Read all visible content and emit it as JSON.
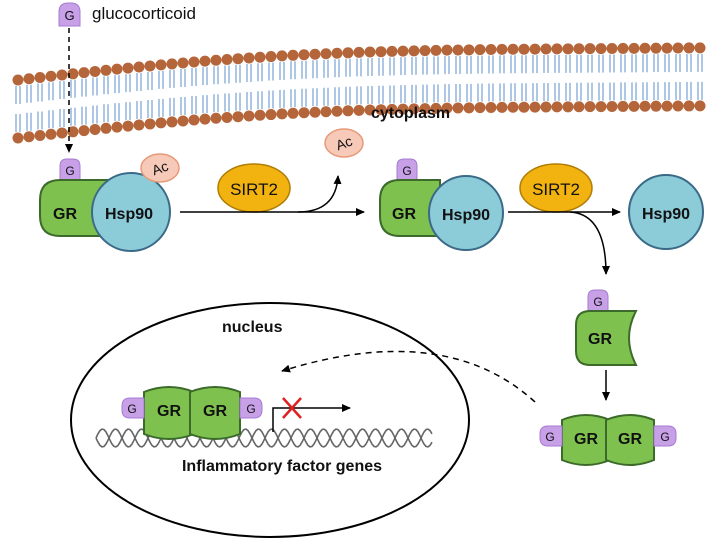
{
  "labels": {
    "glucocorticoid": "glucocorticoid",
    "cytoplasm": "cytoplasm",
    "nucleus": "nucleus",
    "inflammatory_genes": "Inflammatory factor genes"
  },
  "molecules": {
    "g": "G",
    "ac": "Ac",
    "gr": "GR",
    "hsp90": "Hsp90",
    "sirt2": "SIRT2"
  },
  "colors": {
    "membrane_head": "#b5653a",
    "membrane_tail": "#5b8fc8",
    "gr_fill": "#7ec14e",
    "gr_stroke": "#3c6a2a",
    "hsp_fill": "#8ccbd8",
    "hsp_stroke": "#3a6a88",
    "sirt_fill": "#f2b311",
    "sirt_stroke": "#b07d05",
    "g_fill": "#c7a0e8",
    "ac_fill": "#f7c9b9",
    "ac_stroke": "#e79a78",
    "block_x": "#e02020"
  }
}
